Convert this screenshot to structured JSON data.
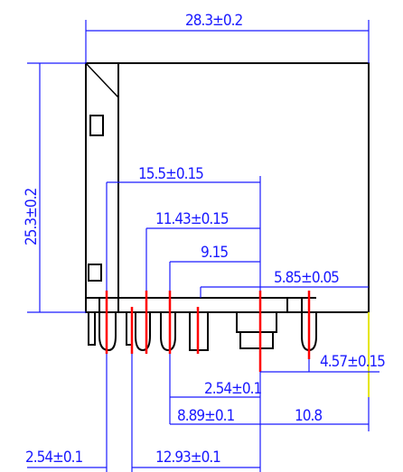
{
  "drawing": {
    "dimensions": {
      "overall_width": "28.3±0.2",
      "overall_height": "25.3±0.2",
      "d15_5": "15.5±0.15",
      "d11_43": "11.43±0.15",
      "d9_15": "9.15",
      "d5_85": "5.85±0.05",
      "d4_57": "4.57±0.15",
      "d2_54_mid": "2.54±0.1",
      "d8_89": "8.89±0.1",
      "d10_8": "10.8",
      "d2_54_left": "2.54±0.1",
      "d12_93": "12.93±0.1"
    },
    "colors": {
      "dimension_lines": "#1a1aff",
      "outline": "#000000",
      "pins": "#ff0000",
      "highlight": "#e6e600"
    }
  }
}
